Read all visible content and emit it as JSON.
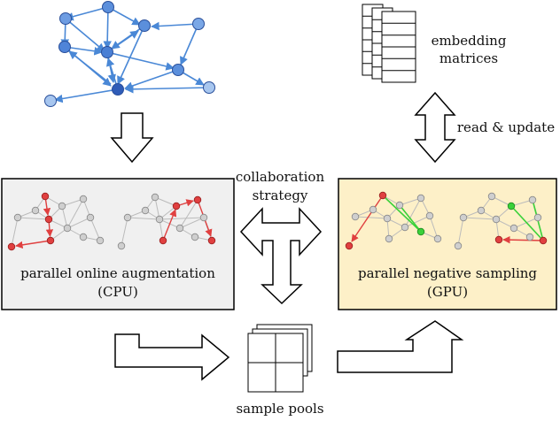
{
  "labels": {
    "embedding": [
      "embedding",
      "matrices"
    ],
    "read_update": "read & update",
    "collaboration": [
      "collaboration",
      "strategy"
    ],
    "cpu_box": [
      "parallel online augmentation",
      "(CPU)"
    ],
    "gpu_box": [
      "parallel negative sampling",
      "(GPU)"
    ],
    "sample_pools": "sample pools"
  },
  "colors": {
    "graph_blue": "#4a88d6",
    "node_blue": "#5b8fdc",
    "node_blue_dark": "#2f5cb8",
    "node_blue_light": "#a7c6ef",
    "cpu_fill": "#f0f0f0",
    "gpu_fill": "#fdf0c8",
    "gpu_border": "#d9b24a",
    "walk_red": "#e04040",
    "positive_green": "#3ad13a",
    "gray_node": "#cfcfcf"
  }
}
